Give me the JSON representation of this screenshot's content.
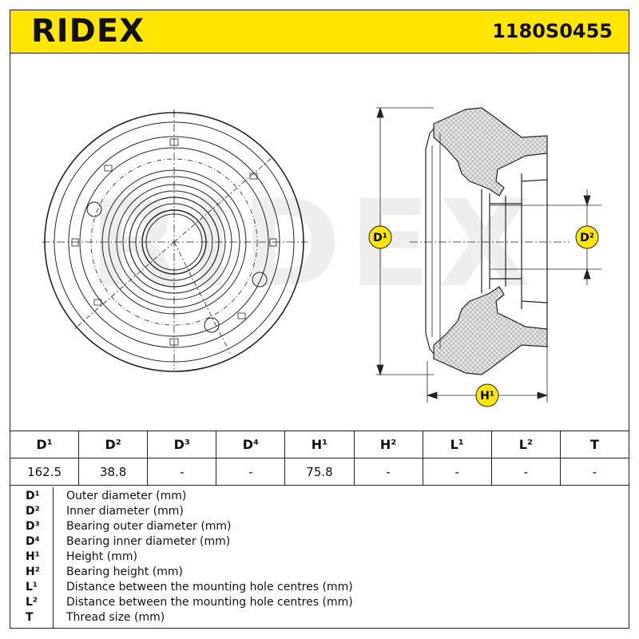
{
  "header": {
    "brand": "RIDEX",
    "part_number": "1180S0455",
    "background_color": "#ffe600"
  },
  "drawing": {
    "watermark": "RIDEX",
    "callouts": {
      "d1": "D¹",
      "d2": "D²",
      "h1": "H¹"
    },
    "badge_color": "#ffe600"
  },
  "spec_table": {
    "headers": [
      "D¹",
      "D²",
      "D³",
      "D⁴",
      "H¹",
      "H²",
      "L¹",
      "L²",
      "T"
    ],
    "values": [
      "162.5",
      "38.8",
      "-",
      "-",
      "75.8",
      "-",
      "-",
      "-",
      "-"
    ]
  },
  "legend": [
    {
      "key": "D¹",
      "desc": "Outer diameter (mm)"
    },
    {
      "key": "D²",
      "desc": "Inner diameter (mm)"
    },
    {
      "key": "D³",
      "desc": "Bearing outer diameter (mm)"
    },
    {
      "key": "D⁴",
      "desc": "Bearing inner diameter (mm)"
    },
    {
      "key": "H¹",
      "desc": "Height (mm)"
    },
    {
      "key": "H²",
      "desc": "Bearing height (mm)"
    },
    {
      "key": "L¹",
      "desc": "Distance between the mounting hole centres (mm)"
    },
    {
      "key": "L²",
      "desc": "Distance between the mounting hole centres (mm)"
    },
    {
      "key": "T",
      "desc": "Thread size (mm)"
    }
  ]
}
